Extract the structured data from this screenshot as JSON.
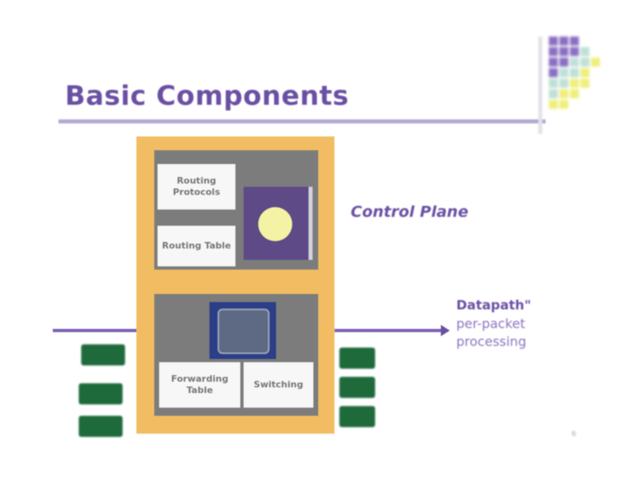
{
  "slide": {
    "title": "Basic Components",
    "page_number": "6"
  },
  "router": {
    "control_panel": {
      "labels": [
        "Routing Protocols",
        "Routing Table"
      ],
      "image": "cpu-chip-icon"
    },
    "data_panel": {
      "labels": [
        "Forwarding Table",
        "Switching"
      ],
      "image": "switching-chip-icon"
    }
  },
  "annotations": {
    "control_plane": "Control Plane",
    "datapath_title": "Datapath\"",
    "datapath_sub_line1": "per-packet",
    "datapath_sub_line2": "processing"
  },
  "colors": {
    "accent_purple": "#6a4fa3",
    "router_orange": "#f2bd62",
    "panel_gray": "#7c7c7c",
    "linecard_green": "#1e6a3b"
  },
  "linecards": {
    "left_count": 3,
    "right_count": 3
  }
}
